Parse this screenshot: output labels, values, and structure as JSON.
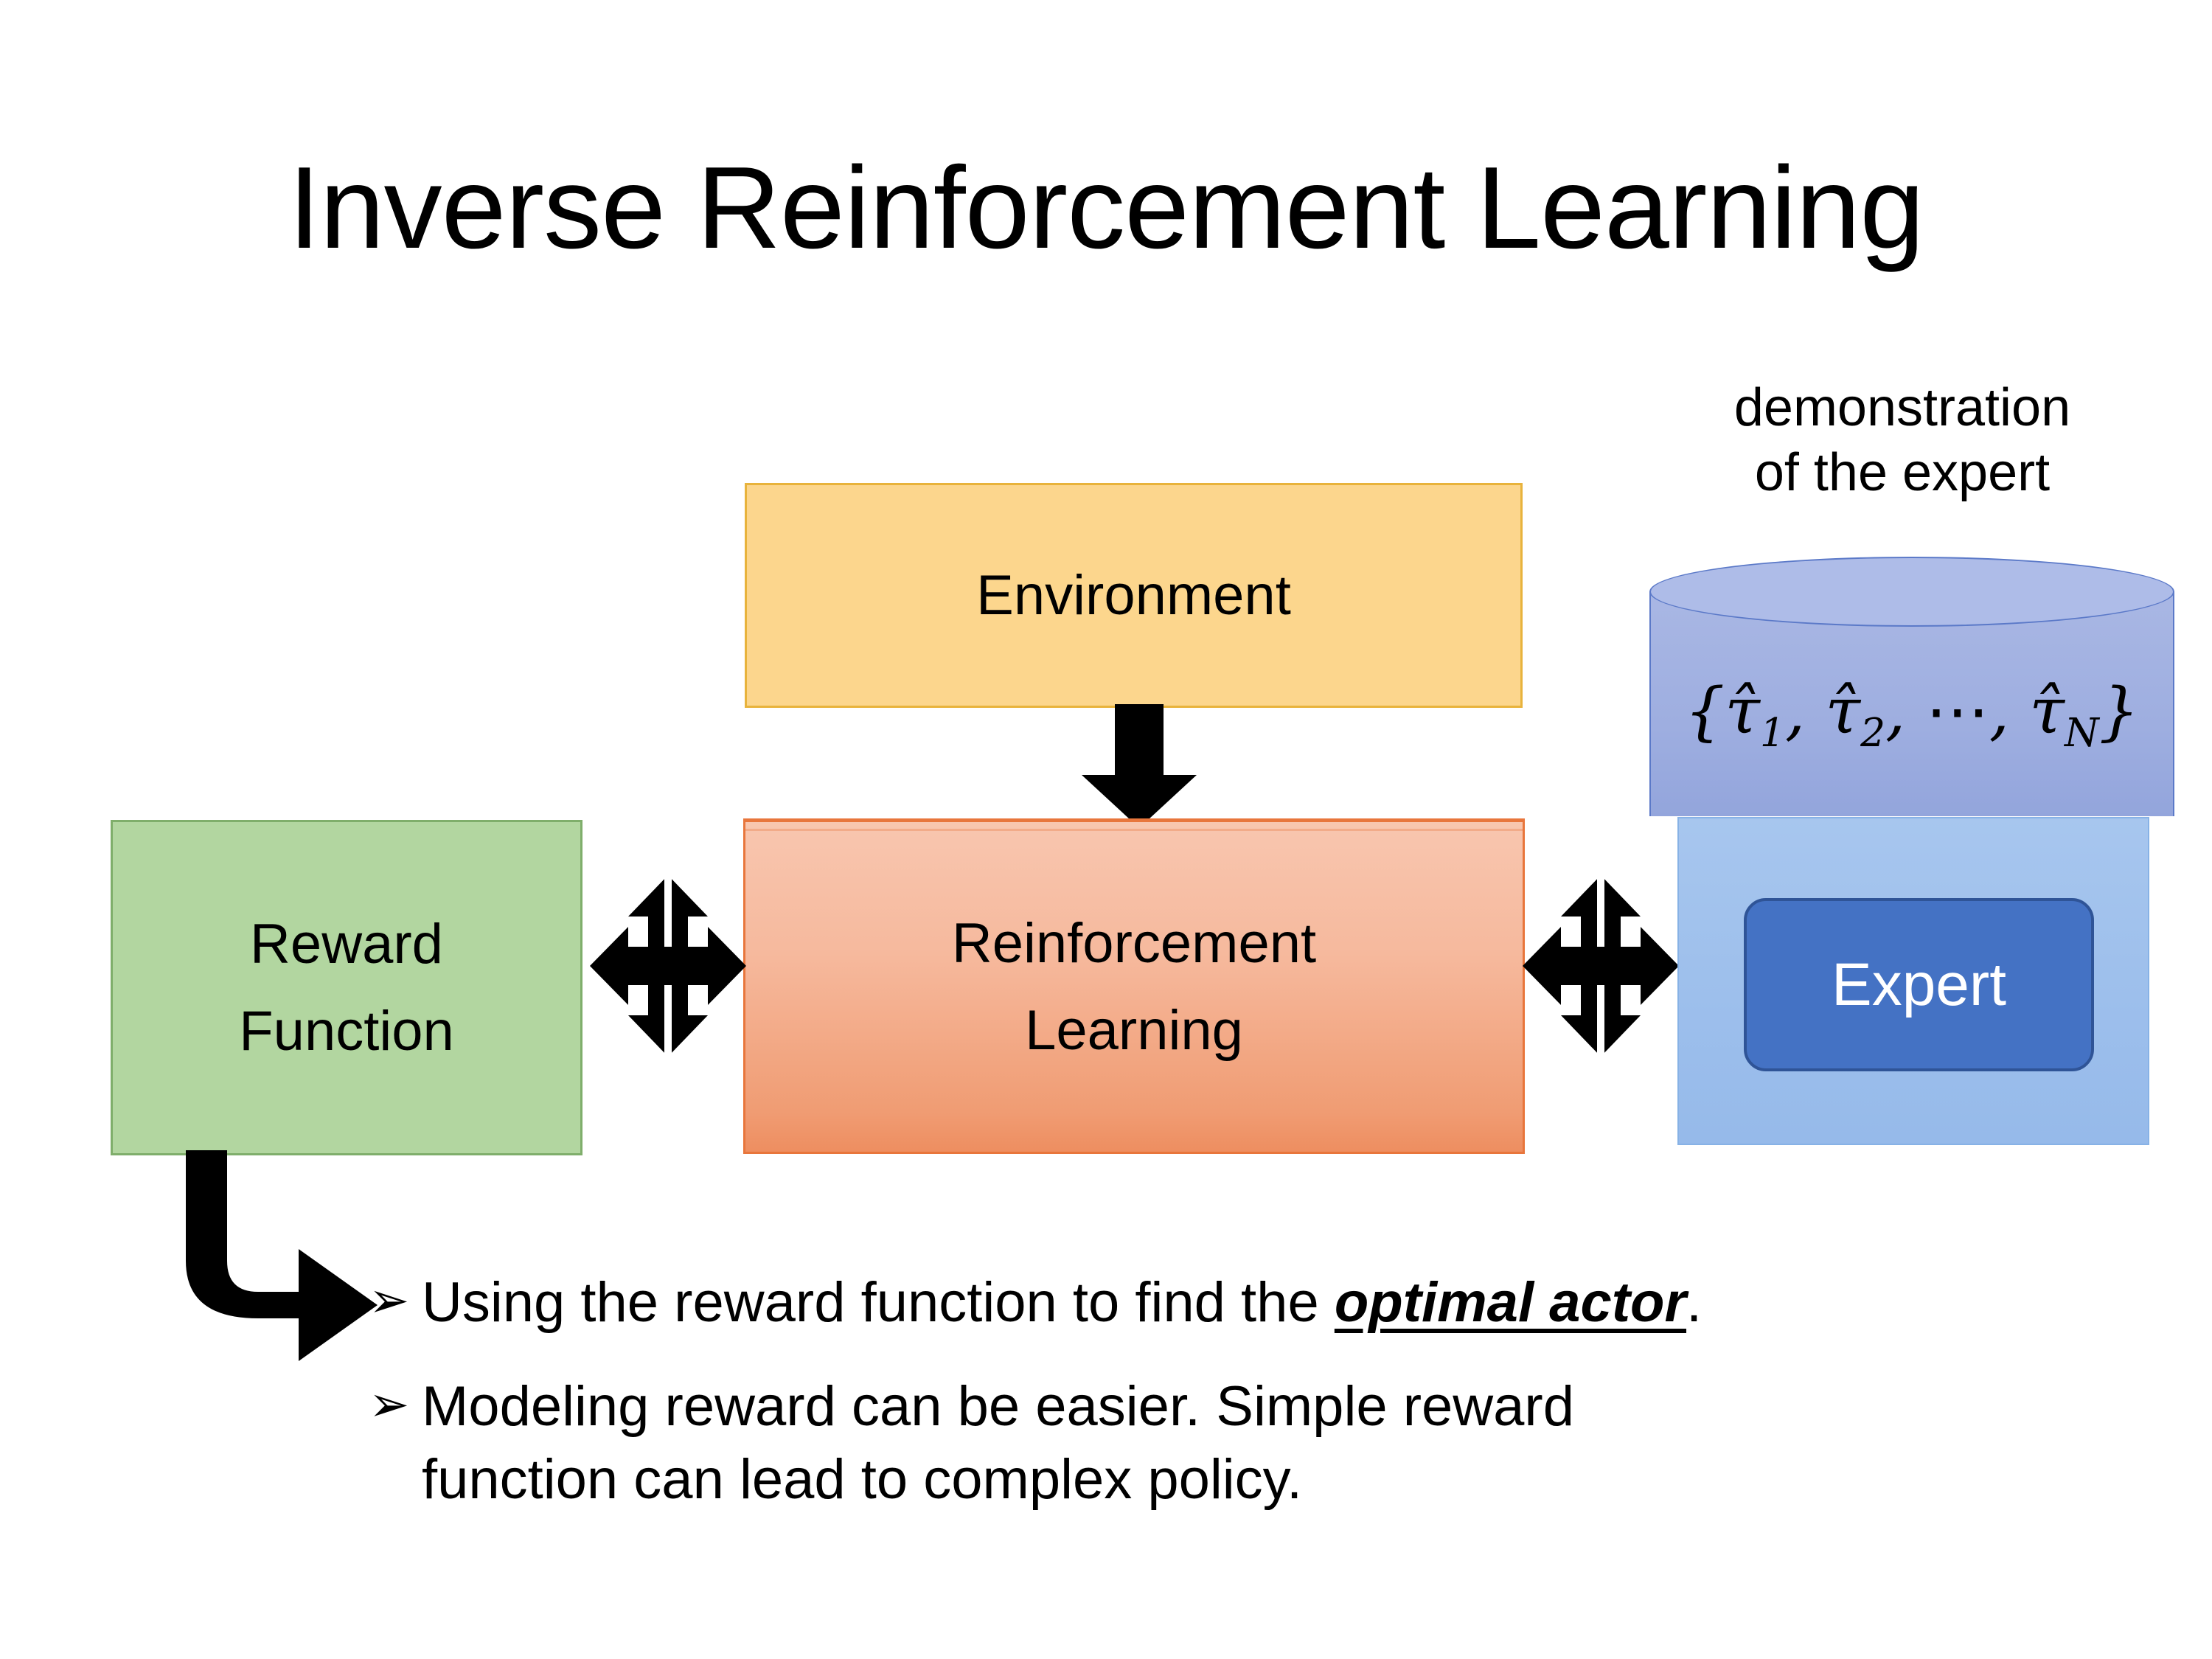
{
  "slide": {
    "title": "Inverse Reinforcement Learning",
    "background_color": "#FFFFFF"
  },
  "diagram": {
    "environment_box": {
      "label": "Environment",
      "fill": "#FCD68D",
      "border": "#E8B33C"
    },
    "rl_box": {
      "label_line1": "Reinforcement",
      "label_line2": "Learning",
      "fill_top": "#F8C6AF",
      "fill_bottom": "#EE8E60",
      "border": "#E8763C"
    },
    "reward_box": {
      "label_line1": "Reward",
      "label_line2": "Function",
      "fill": "#B2D6A0",
      "border": "#7FAE6B"
    },
    "expert_group": {
      "caption_line1": "demonstration",
      "caption_line2": "of the expert",
      "panel_fill": "#9FC0EC",
      "cylinder_fill": "#9EAEE0",
      "cylinder_border": "#5B79C8",
      "cylinder_label": {
        "open_brace": "{",
        "tau1": "τ̂",
        "sub1": "1",
        "comma1": ", ",
        "tau2": "τ̂",
        "sub2": "2",
        "comma2": ", ",
        "ellipsis": "⋯",
        "comma3": ", ",
        "tauN": "τ̂",
        "subN": "N",
        "close_brace": "}",
        "plain": "{τ̂1, τ̂2, ⋯, τ̂N}"
      },
      "expert_chip": {
        "label": "Expert",
        "fill": "#4472C4",
        "border": "#2F5497",
        "text_color": "#FFFFFF"
      }
    },
    "arrows": {
      "env_to_rl": "down-arrow",
      "reward_to_rl": "four-way-arrow",
      "rl_to_expert": "four-way-arrow",
      "reward_to_bullet": "elbow-arrow",
      "color": "#000000"
    }
  },
  "bullets": [
    {
      "marker": "➢",
      "text_before": "Using the reward function to find the ",
      "emphasis": "optimal actor",
      "text_after": ".",
      "line2": ""
    },
    {
      "marker": "➢",
      "text_before": "Modeling reward can be easier. Simple reward",
      "emphasis": "",
      "text_after": "",
      "line2": "function can lead to complex policy."
    }
  ]
}
